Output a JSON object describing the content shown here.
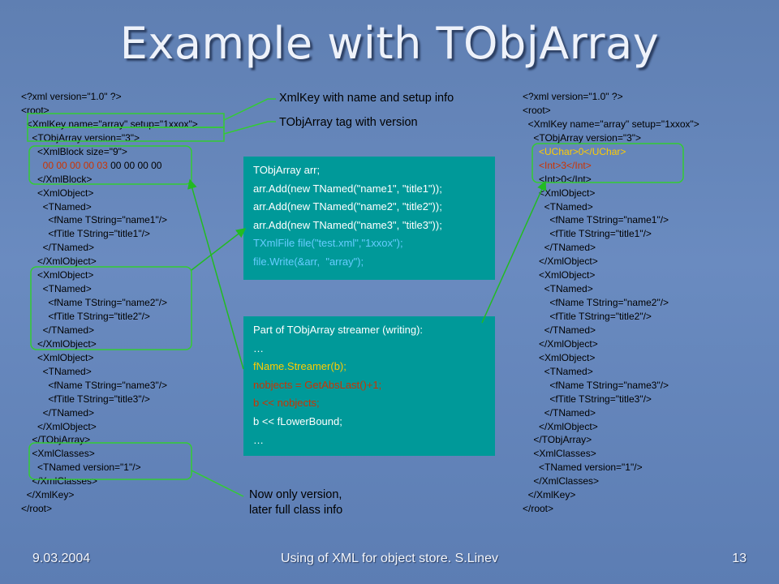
{
  "slide": {
    "title": "Example with TObjArray",
    "footer_date": "9.03.2004",
    "footer_center": "Using of XML for object store.  S.Linev",
    "footer_page": "13"
  },
  "left_xml": [
    {
      "text": "<?xml version=\"1.0\" ?>",
      "color": "#000"
    },
    {
      "text": "<root>",
      "color": "#000"
    },
    {
      "text": "  <XmlKey name=\"array\" setup=\"1xxox\">",
      "color": "#000"
    },
    {
      "text": "    <TObjArray version=\"3\">",
      "color": "#000"
    },
    {
      "text": "      <XmlBlock size=\"9\">",
      "color": "#000"
    },
    {
      "text": "        00 00 00 00 03",
      "color": "#cc3300",
      "rest": " 00 00 00 00"
    },
    {
      "text": "      </XmlBlock>",
      "color": "#000"
    },
    {
      "text": "      <XmlObject>",
      "color": "#000"
    },
    {
      "text": "        <TNamed>",
      "color": "#000"
    },
    {
      "text": "          <fName TString=\"name1\"/>",
      "color": "#000"
    },
    {
      "text": "          <fTitle TString=\"title1\"/>",
      "color": "#000"
    },
    {
      "text": "        </TNamed>",
      "color": "#000"
    },
    {
      "text": "      </XmlObject>",
      "color": "#000"
    },
    {
      "text": "      <XmlObject>",
      "color": "#000"
    },
    {
      "text": "        <TNamed>",
      "color": "#000"
    },
    {
      "text": "          <fName TString=\"name2\"/>",
      "color": "#000"
    },
    {
      "text": "          <fTitle TString=\"title2\"/>",
      "color": "#000"
    },
    {
      "text": "        </TNamed>",
      "color": "#000"
    },
    {
      "text": "      </XmlObject>",
      "color": "#000"
    },
    {
      "text": "      <XmlObject>",
      "color": "#000"
    },
    {
      "text": "        <TNamed>",
      "color": "#000"
    },
    {
      "text": "          <fName TString=\"name3\"/>",
      "color": "#000"
    },
    {
      "text": "          <fTitle TString=\"title3\"/>",
      "color": "#000"
    },
    {
      "text": "        </TNamed>",
      "color": "#000"
    },
    {
      "text": "      </XmlObject>",
      "color": "#000"
    },
    {
      "text": "    </TObjArray>",
      "color": "#000"
    },
    {
      "text": "    <XmlClasses>",
      "color": "#000"
    },
    {
      "text": "      <TNamed version=\"1\"/>",
      "color": "#000"
    },
    {
      "text": "    </XmlClasses>",
      "color": "#000"
    },
    {
      "text": "  </XmlKey>",
      "color": "#000"
    },
    {
      "text": "</root>",
      "color": "#000"
    }
  ],
  "right_xml": [
    {
      "text": "<?xml version=\"1.0\" ?>",
      "color": "#000"
    },
    {
      "text": "<root>",
      "color": "#000"
    },
    {
      "text": "  <XmlKey name=\"array\" setup=\"1xxox\">",
      "color": "#000"
    },
    {
      "text": "    <TObjArray version=\"3\">",
      "color": "#000"
    },
    {
      "text": "      <UChar>0</UChar>",
      "color": "#ffcc00"
    },
    {
      "text": "      <Int>3</Int>",
      "color": "#cc3300"
    },
    {
      "text": "      <Int>0</Int>",
      "color": "#000"
    },
    {
      "text": "      <XmlObject>",
      "color": "#000"
    },
    {
      "text": "        <TNamed>",
      "color": "#000"
    },
    {
      "text": "          <fName TString=\"name1\"/>",
      "color": "#000"
    },
    {
      "text": "          <fTitle TString=\"title1\"/>",
      "color": "#000"
    },
    {
      "text": "        </TNamed>",
      "color": "#000"
    },
    {
      "text": "      </XmlObject>",
      "color": "#000"
    },
    {
      "text": "      <XmlObject>",
      "color": "#000"
    },
    {
      "text": "        <TNamed>",
      "color": "#000"
    },
    {
      "text": "          <fName TString=\"name2\"/>",
      "color": "#000"
    },
    {
      "text": "          <fTitle TString=\"title2\"/>",
      "color": "#000"
    },
    {
      "text": "        </TNamed>",
      "color": "#000"
    },
    {
      "text": "      </XmlObject>",
      "color": "#000"
    },
    {
      "text": "      <XmlObject>",
      "color": "#000"
    },
    {
      "text": "        <TNamed>",
      "color": "#000"
    },
    {
      "text": "          <fName TString=\"name3\"/>",
      "color": "#000"
    },
    {
      "text": "          <fTitle TString=\"title3\"/>",
      "color": "#000"
    },
    {
      "text": "        </TNamed>",
      "color": "#000"
    },
    {
      "text": "      </XmlObject>",
      "color": "#000"
    },
    {
      "text": "    </TObjArray>",
      "color": "#000"
    },
    {
      "text": "    <XmlClasses>",
      "color": "#000"
    },
    {
      "text": "      <TNamed version=\"1\"/>",
      "color": "#000"
    },
    {
      "text": "    </XmlClasses>",
      "color": "#000"
    },
    {
      "text": "  </XmlKey>",
      "color": "#000"
    },
    {
      "text": "</root>",
      "color": "#000"
    }
  ],
  "notes": {
    "xmlkey": "XmlKey with name and setup info",
    "tobjarray": "TObjArray tag with version",
    "version_line1": "Now only version,",
    "version_line2": "later full class info"
  },
  "code_box": [
    {
      "text": "TObjArray arr;",
      "color": "#ffffff"
    },
    {
      "text": "arr.Add(new TNamed(\"name1\", \"title1\"));",
      "color": "#ffffff"
    },
    {
      "text": "arr.Add(new TNamed(\"name2\", \"title2\"));",
      "color": "#ffffff"
    },
    {
      "text": "arr.Add(new TNamed(\"name3\", \"title3\"));",
      "color": "#ffffff"
    },
    {
      "text": "TXmlFile file(\"test.xml\",\"1xxox\");",
      "color": "#66ccff"
    },
    {
      "text": "file.Write(&arr,  \"array\");",
      "color": "#66ccff"
    }
  ],
  "streamer_box": [
    {
      "text": "Part of TObjArray streamer (writing):",
      "color": "#ffffff"
    },
    {
      "text": "…",
      "color": "#ffffff"
    },
    {
      "text": "fName.Streamer(b);",
      "color": "#ffcc00"
    },
    {
      "text": "nobjects = GetAbsLast()+1;",
      "color": "#cc3300"
    },
    {
      "text": "b << nobjects;",
      "color": "#cc3300"
    },
    {
      "text": "b << fLowerBound;",
      "color": "#ffffff"
    },
    {
      "text": "…",
      "color": "#ffffff"
    }
  ],
  "colors": {
    "highlight_green": "#33cc33",
    "arrow_green": "#22bb22"
  }
}
